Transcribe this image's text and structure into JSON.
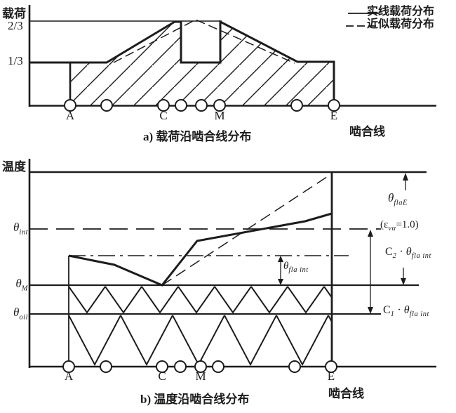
{
  "figure": {
    "ink_color": "#1c1c1c",
    "background": "#ffffff"
  },
  "top_chart": {
    "y_axis_label": "载荷",
    "y_ticks": [
      "2/3",
      "1/3"
    ],
    "x_labels": [
      "A",
      "C",
      "M",
      "E"
    ],
    "legend": [
      {
        "style": "solid",
        "label": "实线载荷分布"
      },
      {
        "style": "dashed",
        "label": "近似载荷分布"
      }
    ],
    "x_axis_label": "啮合线",
    "caption": "a) 载荷沿啮合线分布"
  },
  "bottom_chart": {
    "y_axis_label": "温度",
    "ticks": {
      "theta_int": {
        "base": "θ",
        "sub": "int"
      },
      "theta_M": {
        "base": "θ",
        "sub": "M"
      },
      "theta_oil": {
        "base": "θ",
        "sub": "oil"
      }
    },
    "x_labels": [
      "A",
      "C",
      "M",
      "E"
    ],
    "annotations": {
      "theta_flaE": {
        "base": "θ",
        "sub": "flaE"
      },
      "epsilon": {
        "pre": "(ε",
        "sub": "vα",
        "post": "=1.0)"
      },
      "c2": {
        "c": "C",
        "csub": "2",
        "mid": " · ",
        "theta": "θ",
        "tsub": "fla int"
      },
      "c1": {
        "c": "C",
        "csub": "1",
        "mid": " · ",
        "theta": "θ",
        "tsub": "fla int"
      },
      "theta_fla_int": {
        "base": "θ",
        "sub": "fla int"
      }
    },
    "x_axis_label": "啮合线",
    "caption": "b) 温度沿啮合线分布"
  },
  "chart_data": [
    {
      "type": "line",
      "title": "a) 载荷沿啮合线分布",
      "xlabel": "啮合线",
      "ylabel": "载荷",
      "x_points": [
        "A",
        "C",
        "M",
        "E"
      ],
      "ytick_labels": [
        "1/3",
        "2/3"
      ],
      "ylim": [
        0,
        0.78
      ],
      "grid": false,
      "legend_position": "top-right",
      "series": [
        {
          "name": "实线载荷分布",
          "style": "solid",
          "x_frac": [
            0.0,
            0.0,
            0.14,
            0.4,
            0.42,
            0.42,
            0.57,
            0.57,
            0.86,
            1.0,
            1.0
          ],
          "y": [
            0.0,
            0.333,
            0.333,
            0.667,
            0.667,
            0.333,
            0.333,
            0.667,
            0.333,
            0.333,
            0.0
          ],
          "note": "A处跳至1/3，线性升至2/3，单啮合区回落1/3，再升2/3后线性降回1/3，E处降为0"
        },
        {
          "name": "近似载荷分布",
          "style": "dashed",
          "x_frac": [
            0.165,
            0.476,
            0.851
          ],
          "y": [
            0.333,
            0.69,
            0.333
          ],
          "note": "三角形近似分布，峰值略高于2/3线"
        }
      ]
    },
    {
      "type": "line",
      "title": "b) 温度沿啮合线分布",
      "xlabel": "啮合线",
      "ylabel": "温度",
      "x_points": [
        "A",
        "C",
        "M",
        "E"
      ],
      "ytick_labels": [
        "θint",
        "θM",
        "θoil"
      ],
      "levels": {
        "top_line": 1.0,
        "theta_int_dashed": 0.707,
        "dash_dot_start": 0.57,
        "theta_M": 0.419,
        "theta_oil": 0.271,
        "axis": 0.0
      },
      "series": [
        {
          "name": "实际接触温度(粗实线)",
          "style": "solid",
          "x_frac": [
            0.0,
            0.17,
            0.355,
            0.49,
            0.9,
            1.0
          ],
          "level": [
            0.57,
            0.525,
            0.419,
            0.645,
            0.736,
            0.786
          ],
          "note": "自A点由点划线水平高度下降，在C附近降至θM，随后上升越过θint线至E"
        },
        {
          "name": "近似温度(虚线对角线)",
          "style": "dashed",
          "x_frac": [
            0.355,
            1.0
          ],
          "level": [
            0.419,
            0.99
          ],
          "note": "由最低点直线升至E处顶线"
        }
      ],
      "dimension_labels": [
        "θflaE",
        "(εvα=1.0)",
        "C2·θfla int",
        "C1·θfla int",
        "θfla int"
      ],
      "hatching": [
        "θM与θoil之间为人字纹带",
        "θoil与横轴之间为大人字纹带",
        "载荷曲线下方为45°斜线纹"
      ]
    }
  ]
}
